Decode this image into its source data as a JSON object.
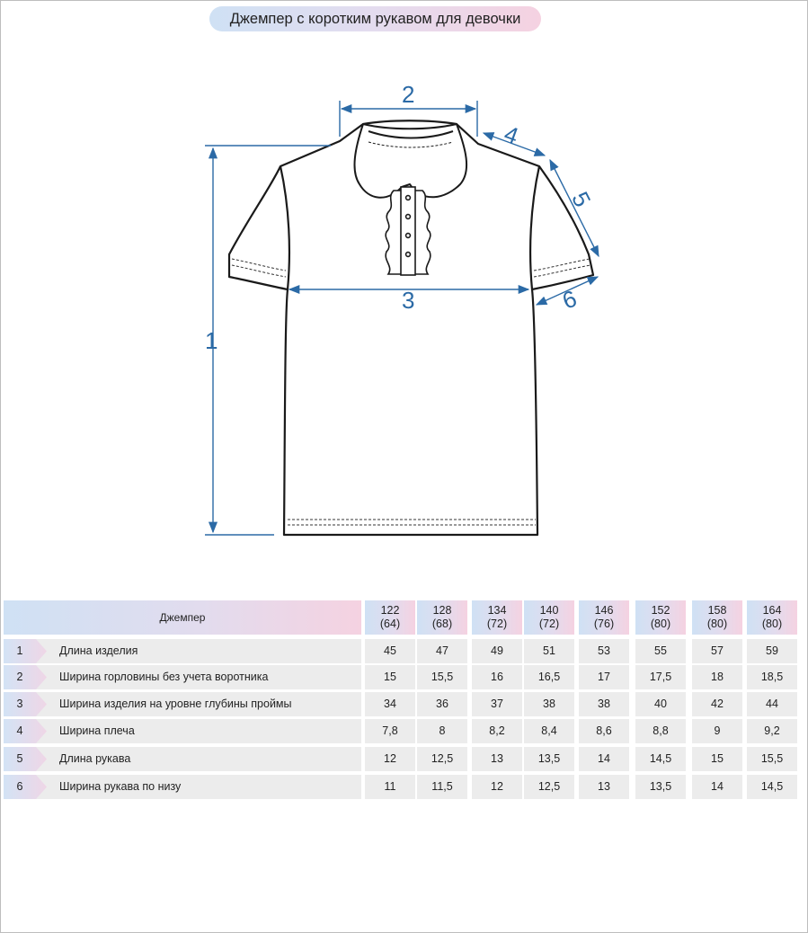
{
  "title": "Джемпер с коротким рукавом для девочки",
  "dimension_labels": [
    "1",
    "2",
    "3",
    "4",
    "5",
    "6"
  ],
  "colors": {
    "dimension_line": "#2b6aa6",
    "accent_blue": "#cfe1f4",
    "accent_pink": "#f5d2e1",
    "cell_bg": "#ececec"
  },
  "table": {
    "header_label": "Джемпер",
    "sizes": [
      {
        "height": "122",
        "chest": "(64)"
      },
      {
        "height": "128",
        "chest": "(68)"
      },
      {
        "height": "134",
        "chest": "(72)"
      },
      {
        "height": "140",
        "chest": "(72)"
      },
      {
        "height": "146",
        "chest": "(76)"
      },
      {
        "height": "152",
        "chest": "(80)"
      },
      {
        "height": "158",
        "chest": "(80)"
      },
      {
        "height": "164",
        "chest": "(80)"
      }
    ],
    "rows": [
      {
        "num": "1",
        "name": "Длина изделия",
        "values": [
          "45",
          "47",
          "49",
          "51",
          "53",
          "55",
          "57",
          "59"
        ]
      },
      {
        "num": "2",
        "name": "Ширина горловины без учета воротника",
        "values": [
          "15",
          "15,5",
          "16",
          "16,5",
          "17",
          "17,5",
          "18",
          "18,5"
        ]
      },
      {
        "num": "3",
        "name": "Ширина изделия на уровне глубины проймы",
        "values": [
          "34",
          "36",
          "37",
          "38",
          "38",
          "40",
          "42",
          "44"
        ]
      },
      {
        "num": "4",
        "name": "Ширина плеча",
        "values": [
          "7,8",
          "8",
          "8,2",
          "8,4",
          "8,6",
          "8,8",
          "9",
          "9,2"
        ]
      },
      {
        "num": "5",
        "name": "Длина рукава",
        "values": [
          "12",
          "12,5",
          "13",
          "13,5",
          "14",
          "14,5",
          "15",
          "15,5"
        ]
      },
      {
        "num": "6",
        "name": "Ширина рукава по низу",
        "values": [
          "11",
          "11,5",
          "12",
          "12,5",
          "13",
          "13,5",
          "14",
          "14,5"
        ]
      }
    ]
  }
}
